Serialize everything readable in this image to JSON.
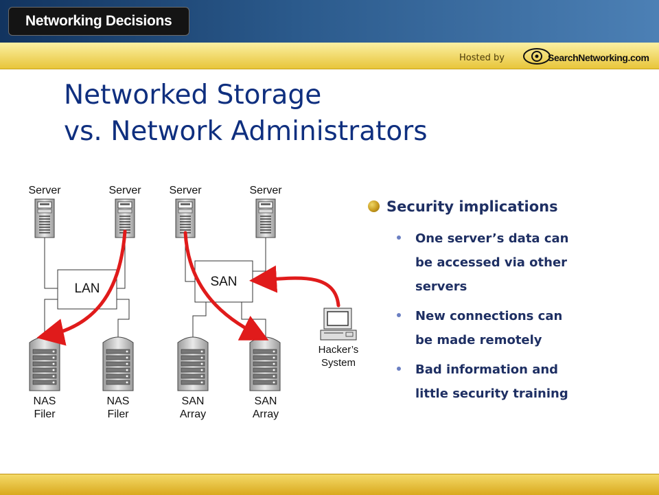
{
  "header": {
    "brand": "Networking Decisions",
    "hosted_by": "Hosted by",
    "sponsor_logo_text": "SearchNetworking.com"
  },
  "title": {
    "line1": "Networked Storage",
    "line2": "vs. Network Administrators"
  },
  "diagram": {
    "server_label": "Server",
    "lan_label": "LAN",
    "san_label": "SAN",
    "nas1": {
      "line1": "NAS",
      "line2": "Filer"
    },
    "nas2": {
      "line1": "NAS",
      "line2": "Filer"
    },
    "san1": {
      "line1": "SAN",
      "line2": "Array"
    },
    "san2": {
      "line1": "SAN",
      "line2": "Array"
    },
    "hacker": {
      "line1": "Hacker’s",
      "line2": "System"
    },
    "arrow_color": "#e01b1b"
  },
  "bullets": {
    "heading": "Security implications",
    "items": [
      {
        "line1": "One server’s data can",
        "line2": "be accessed via other",
        "line3": "servers"
      },
      {
        "line1": "New connections can",
        "line2": "be made remotely"
      },
      {
        "line1": "Bad information and",
        "line2": "little security training"
      }
    ]
  },
  "colors": {
    "title": "#0f2f7f",
    "bullet_text": "#1e2f63",
    "top_bar": "#2b5a8c",
    "gold_band": "#e8c53a"
  }
}
